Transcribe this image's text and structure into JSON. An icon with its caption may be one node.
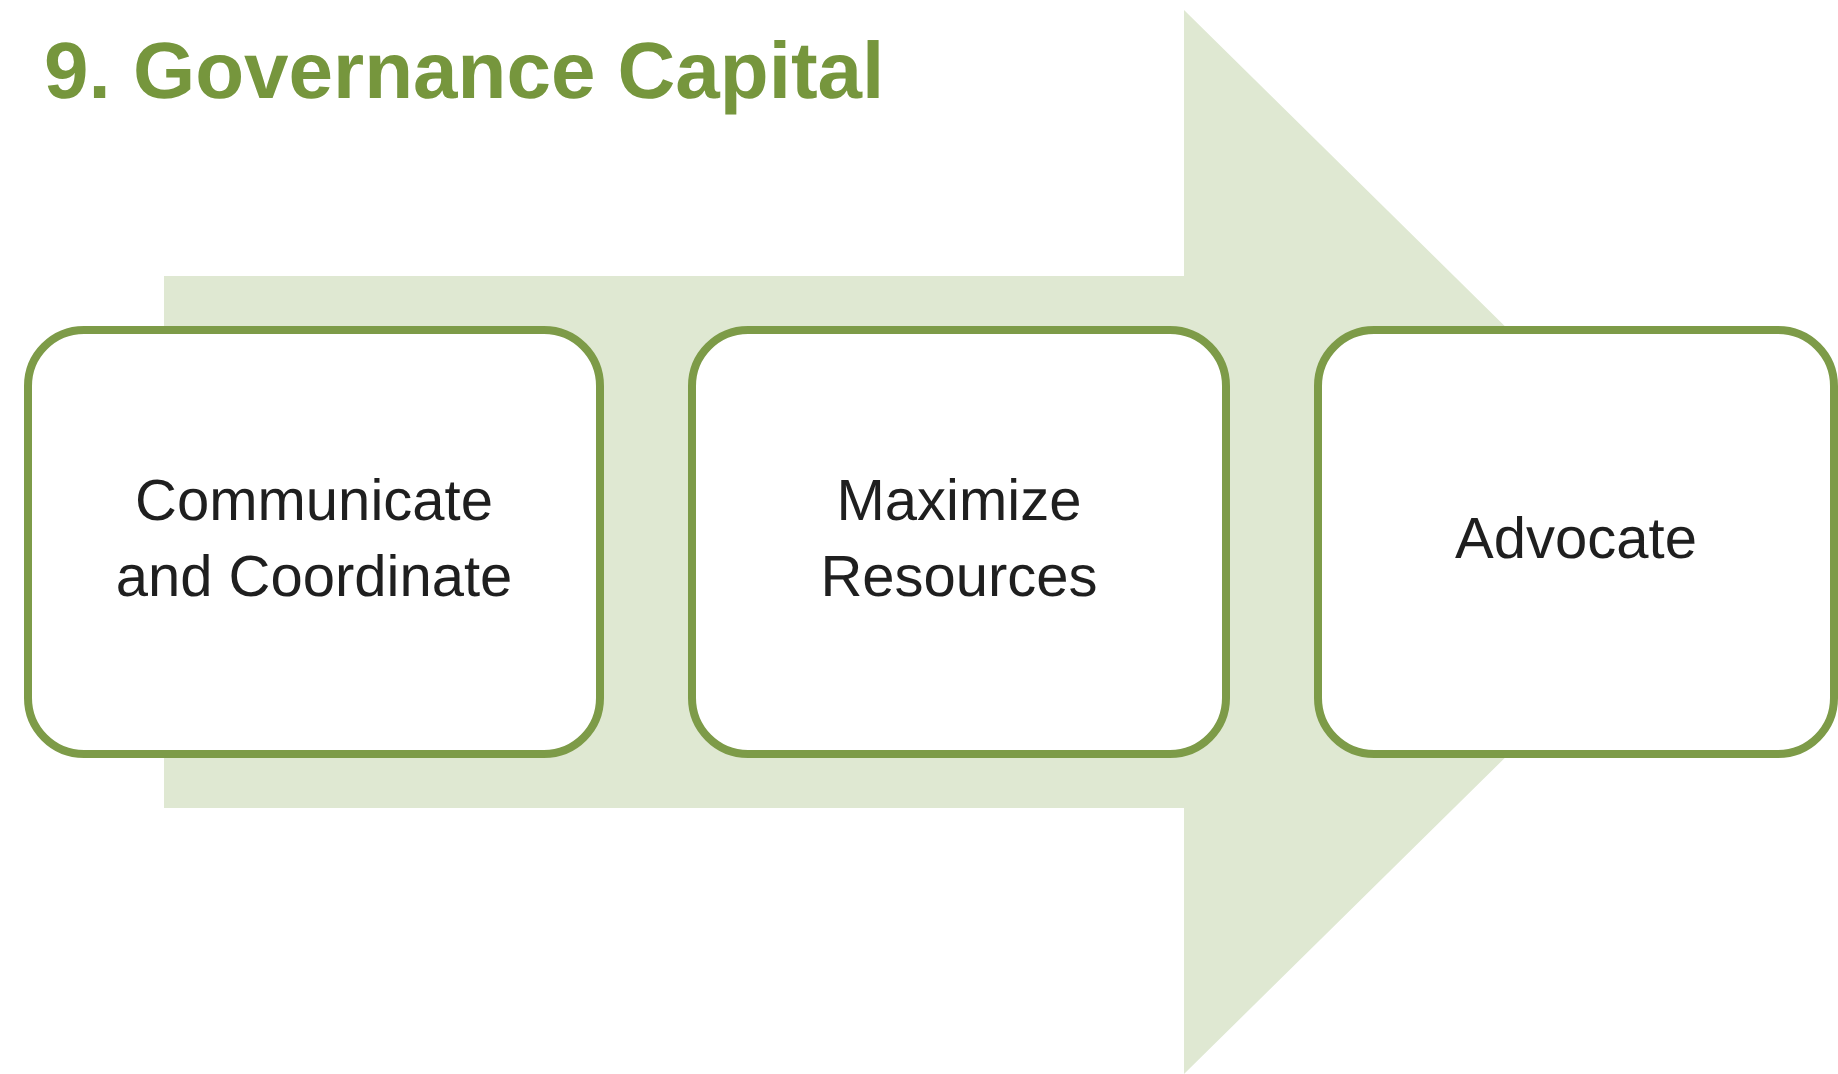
{
  "diagram": {
    "title": "9. Governance Capital",
    "nodes": [
      {
        "text": [
          "Communicate and Coordinate"
        ]
      },
      {
        "text": [
          "Maximize Resources"
        ]
      },
      {
        "text": [
          "Advocate"
        ]
      }
    ],
    "edges": [
      {
        "from": 0,
        "to": 2,
        "arrow": "to"
      }
    ]
  }
}
